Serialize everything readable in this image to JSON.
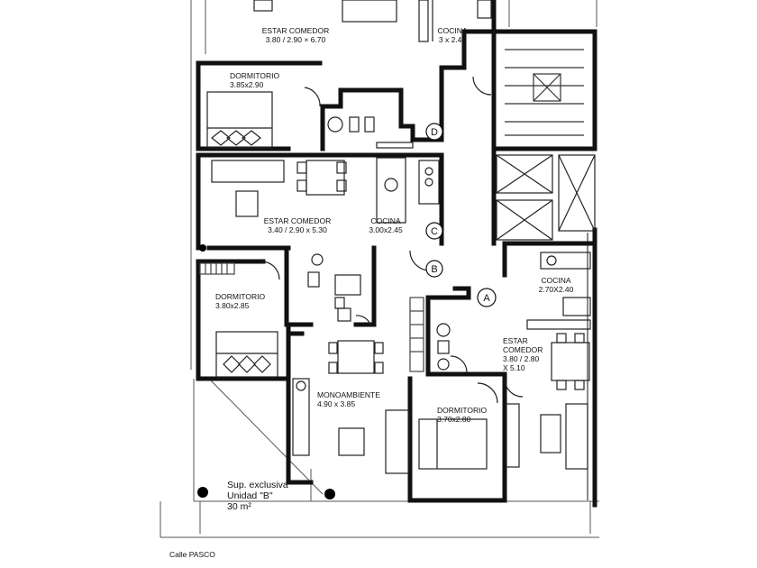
{
  "rooms": {
    "estar_top": {
      "name": "ESTAR COMEDOR",
      "dims": "3.80 / 2.90 × 6.70"
    },
    "cocina_top": {
      "name": "COCINA",
      "dims": "3 x 2.40"
    },
    "dorm_top": {
      "name": "DORMITORIO",
      "dims": "3.85x2.90"
    },
    "estar_mid": {
      "name": "ESTAR COMEDOR",
      "dims": "3.40 / 2.90 x 5.30"
    },
    "cocina_mid": {
      "name": "COCINA",
      "dims": "3.00x2.45"
    },
    "dorm_left": {
      "name": "DORMITORIO",
      "dims": "3.80x2.85"
    },
    "mono": {
      "name": "MONOAMBIENTE",
      "dims": "4.90 x 3.85"
    },
    "dorm_bottom": {
      "name": "DORMITORIO",
      "dims": "3.70x2.80"
    },
    "cocina_right": {
      "name": "COCINA",
      "dims": "2.70X2.40"
    },
    "estar_right": {
      "line1": "ESTAR",
      "line2": "COMEDOR",
      "line3": "3.80 / 2.80",
      "line4": "X 5.10"
    }
  },
  "unit_markers": [
    "A",
    "B",
    "C",
    "D"
  ],
  "exclusive": {
    "line1": "Sup. exclusiva",
    "line2": "Unidad \"B\"",
    "line3": "30 m²"
  },
  "street": "Calle PASCO"
}
